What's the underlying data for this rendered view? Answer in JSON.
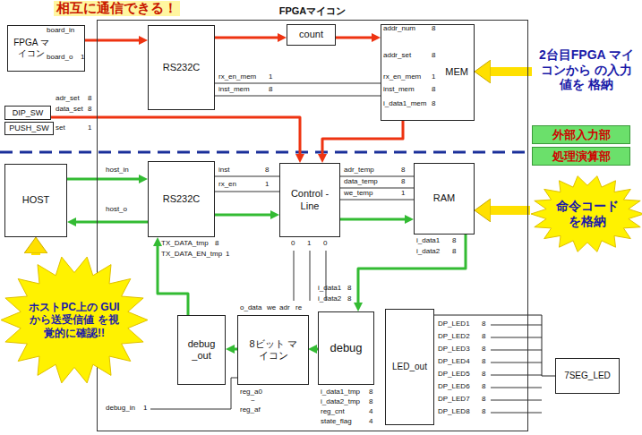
{
  "diagram": {
    "nodes": [
      {
        "text": [
          "FPGAマイコン"
        ]
      },
      {
        "text": [
          "FPGA マイコン"
        ]
      },
      {
        "text": [
          "DIP_SW"
        ]
      },
      {
        "text": [
          "PUSH_SW"
        ]
      },
      {
        "text": [
          "RS232C"
        ],
        "in": 0
      },
      {
        "text": [
          "count"
        ],
        "in": 0
      },
      {
        "text": [
          "MEM"
        ],
        "in": 0
      },
      {
        "text": [
          "HOST"
        ]
      },
      {
        "text": [
          "RS232C"
        ],
        "in": 0
      },
      {
        "text": [
          "Control -Line"
        ],
        "in": 0
      },
      {
        "text": [
          "RAM"
        ],
        "in": 0
      },
      {
        "text": [
          "debug _out"
        ],
        "in": 0
      },
      {
        "text": [
          "8ビット マイコン"
        ],
        "in": 0
      },
      {
        "text": [
          "debug"
        ],
        "in": 0
      },
      {
        "text": [
          "LED_out"
        ],
        "in": 0
      },
      {
        "text": [
          "7SEG_LED"
        ]
      },
      {
        "text": [
          "2台目FPGA マイコンから の入力値を 格納"
        ]
      },
      {
        "text": [
          "外部入力部"
        ]
      },
      {
        "text": [
          "処理演算部"
        ]
      },
      {
        "text": [
          "命令コード を格納"
        ]
      },
      {
        "text": [
          "ホストPC上の GUIから送受信値 を視覚的に確認!!"
        ]
      }
    ],
    "edges": [
      {
        "from": 1,
        "to": 4,
        "arrow": "to"
      },
      {
        "from": 4,
        "to": 5,
        "arrow": "to"
      },
      {
        "from": 5,
        "to": 6,
        "arrow": "to"
      },
      {
        "from": 2,
        "to": 9,
        "arrow": "to"
      },
      {
        "from": 6,
        "to": 9,
        "arrow": "to"
      },
      {
        "from": 7,
        "to": 8,
        "arrow": "to"
      },
      {
        "from": 8,
        "to": 7,
        "arrow": "to"
      },
      {
        "from": 8,
        "to": 9,
        "arrow": "to"
      },
      {
        "from": 9,
        "to": 10,
        "arrow": "to"
      },
      {
        "from": 10,
        "to": 13,
        "arrow": "to"
      },
      {
        "from": 13,
        "to": 12,
        "arrow": "to"
      },
      {
        "from": 12,
        "to": 11,
        "arrow": "to"
      },
      {
        "from": 11,
        "to": 8,
        "arrow": "to"
      },
      {
        "from": 16,
        "to": 6,
        "arrow": "to"
      },
      {
        "from": 19,
        "to": 10,
        "arrow": "to"
      },
      {
        "from": 20,
        "to": 7,
        "arrow": "to"
      },
      {
        "from": 14,
        "to": 15,
        "arrow": "none"
      }
    ],
    "labels": [
      "相互に通信できる！",
      "board_in",
      "board_o",
      "1",
      "adr_set",
      "8",
      "data_set",
      "8",
      "set",
      "1",
      "rx_en_mem",
      "1",
      "inst_mem",
      "8",
      "addr_num",
      "8",
      "addr_set",
      "8",
      "rx_en_mem",
      "1",
      "inst_mem",
      "8",
      "i_data1_mem",
      "8",
      "host_in",
      "host_o",
      "inst",
      "8",
      "rx_en",
      "1",
      "adr_temp",
      "8",
      "data_temp",
      "8",
      "we_temp",
      "1",
      "TX_DATA_tmp",
      "8",
      "TX_DATA_EN_tmp",
      "1",
      "0",
      "1",
      "0",
      "i_data1",
      "8",
      "i_data2",
      "8",
      "i_data1",
      "8",
      "i_data2",
      "8",
      "o_data",
      "we",
      "adr",
      "re",
      "reg_a0",
      "~",
      "reg_af",
      "i_data1_tmp",
      "8",
      "i_data2_tmp",
      "8",
      "reg_cnt",
      "4",
      "state_flag",
      "4",
      "debug_in",
      "1",
      "DP_LED1",
      "8",
      "DP_LED2",
      "8",
      "DP_LED3",
      "8",
      "DP_LED4",
      "8",
      "DP_LED5",
      "8",
      "DP_LED6",
      "8",
      "DP_LED7",
      "8",
      "DP_LED8",
      "8"
    ]
  }
}
